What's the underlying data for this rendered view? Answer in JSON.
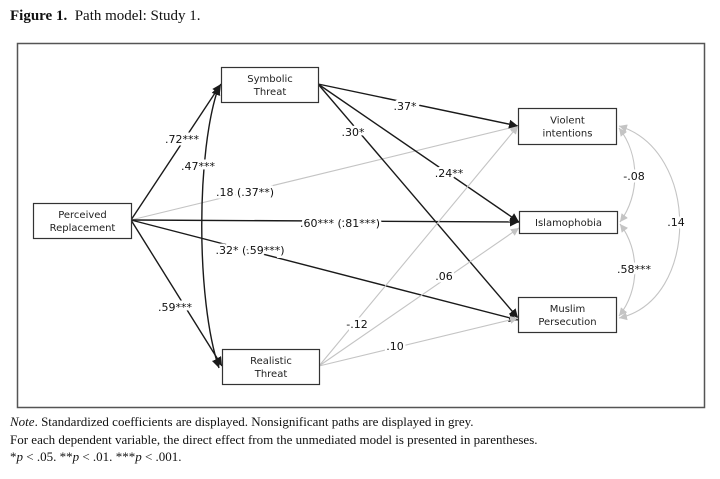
{
  "caption": {
    "label": "Figure 1.",
    "title": "Path model: Study 1."
  },
  "colors": {
    "significant": "#1a1a1a",
    "nonsignificant": "#c4c4c4",
    "box_border": "#333333",
    "frame": "#444444"
  },
  "nodes": [
    {
      "id": "PR",
      "lines": [
        "Perceived",
        "Replacement"
      ]
    },
    {
      "id": "ST",
      "lines": [
        "Symbolic",
        "Threat"
      ]
    },
    {
      "id": "RT",
      "lines": [
        "Realistic",
        "Threat"
      ]
    },
    {
      "id": "VI",
      "lines": [
        "Violent",
        "intentions"
      ]
    },
    {
      "id": "IS",
      "lines": [
        "Islamophobia"
      ]
    },
    {
      "id": "MP",
      "lines": [
        "Muslim",
        "Persecution"
      ]
    }
  ],
  "paths": [
    {
      "from": "PR",
      "to": "ST",
      "label": ".72***",
      "significant": true
    },
    {
      "from": "PR",
      "to": "RT",
      "label": ".59***",
      "significant": true
    },
    {
      "from": "PR",
      "to": "VI",
      "label": ".18 (.37**)",
      "significant": false
    },
    {
      "from": "PR",
      "to": "IS",
      "label": ".60*** (.81***)",
      "significant": true
    },
    {
      "from": "PR",
      "to": "MP",
      "label": ".32* (.59***)",
      "significant": true
    },
    {
      "from": "ST",
      "to": "VI",
      "label": ".37*",
      "significant": true
    },
    {
      "from": "ST",
      "to": "IS",
      "label": ".24**",
      "significant": true
    },
    {
      "from": "ST",
      "to": "MP",
      "label": ".30*",
      "significant": true
    },
    {
      "from": "RT",
      "to": "VI",
      "label": "-.12",
      "significant": false
    },
    {
      "from": "RT",
      "to": "IS",
      "label": ".06",
      "significant": false
    },
    {
      "from": "RT",
      "to": "MP",
      "label": ".10",
      "significant": false
    }
  ],
  "covariances": [
    {
      "a": "ST",
      "b": "RT",
      "label": ".47***",
      "significant": true
    },
    {
      "a": "VI",
      "b": "IS",
      "label": "-.08",
      "significant": false
    },
    {
      "a": "IS",
      "b": "MP",
      "label": ".58***",
      "significant": false
    },
    {
      "a": "VI",
      "b": "MP",
      "label": ".14",
      "significant": false
    }
  ],
  "note": {
    "line1_prefix": "Note",
    "line1_text": ". Standardized coefficients are displayed. Nonsignificant paths are displayed in grey.",
    "line2": "For each dependent variable, the direct effect from the unmediated model is presented in parentheses.",
    "sig1_star": "*",
    "sig1_p": "p",
    "sig1_rest": " < .05. ",
    "sig2_star": "**",
    "sig2_p": "p",
    "sig2_rest": " < .01. ",
    "sig3_star": "***",
    "sig3_p": "p",
    "sig3_rest": " < .001."
  }
}
